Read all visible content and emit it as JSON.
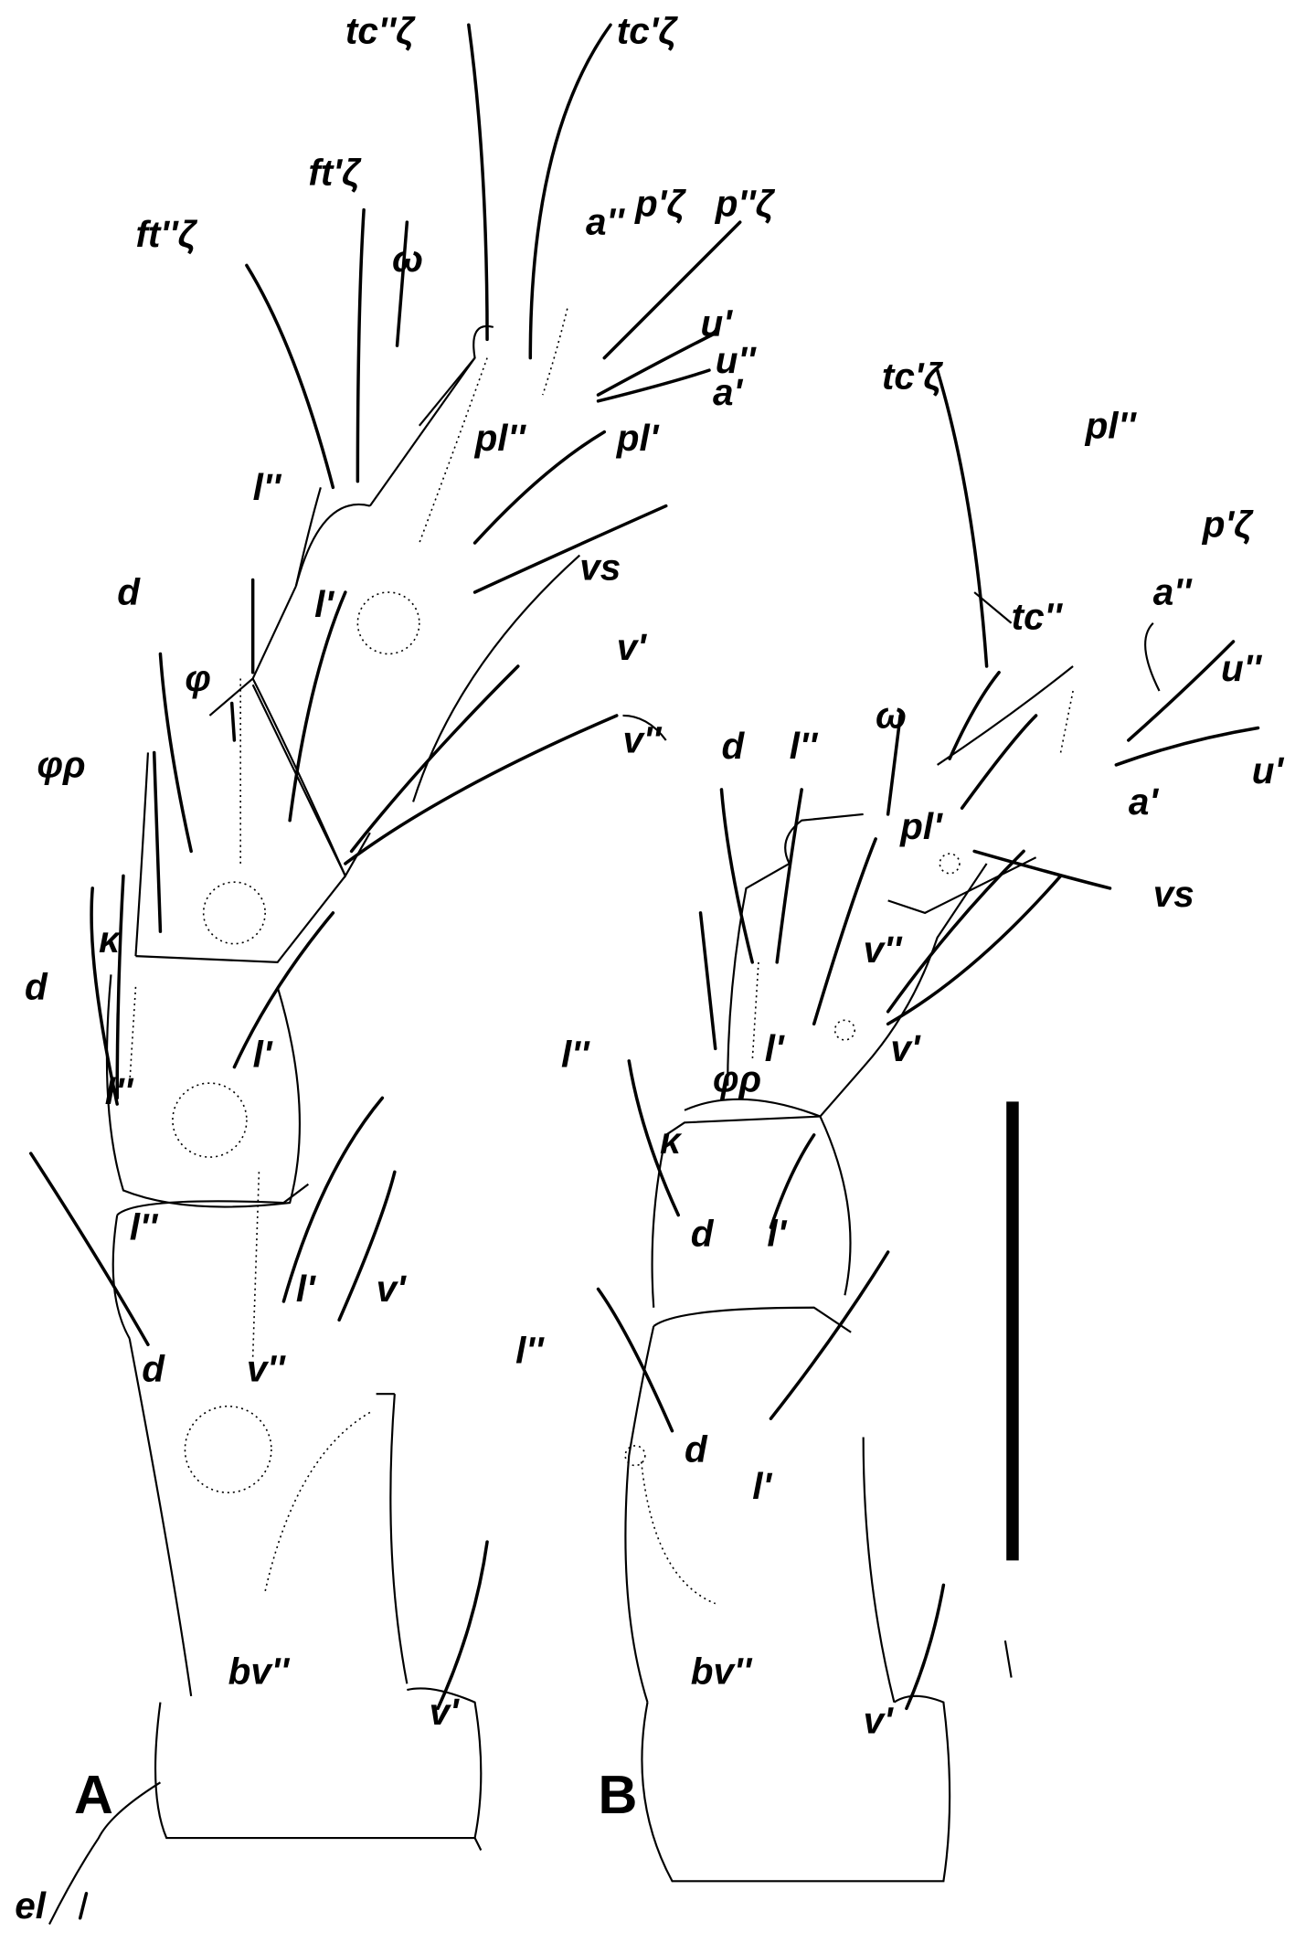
{
  "figure": {
    "panels": [
      "A",
      "B"
    ],
    "panel_a_labels": [
      "tc''ζ",
      "tc'ζ",
      "ft'ζ",
      "ft''ζ",
      "ω",
      "a''",
      "p'ζ",
      "p''ζ",
      "u'",
      "u''",
      "a'",
      "pl''",
      "pl'",
      "l''",
      "vs",
      "l'",
      "d",
      "φ",
      "v'",
      "v''",
      "φρ",
      "d",
      "κ",
      "l'",
      "l''",
      "l''",
      "l'",
      "v'",
      "d",
      "v''",
      "bv''",
      "v'",
      "el"
    ],
    "panel_b_labels": [
      "tc'ζ",
      "pl''",
      "p'ζ",
      "a''",
      "tc''",
      "u''",
      "u'",
      "a'",
      "ω",
      "d",
      "l''",
      "pl'",
      "vs",
      "v''",
      "l'",
      "v'",
      "φρ",
      "l''",
      "κ",
      "d",
      "l'",
      "l''",
      "d",
      "l'",
      "bv''",
      "v'"
    ]
  }
}
